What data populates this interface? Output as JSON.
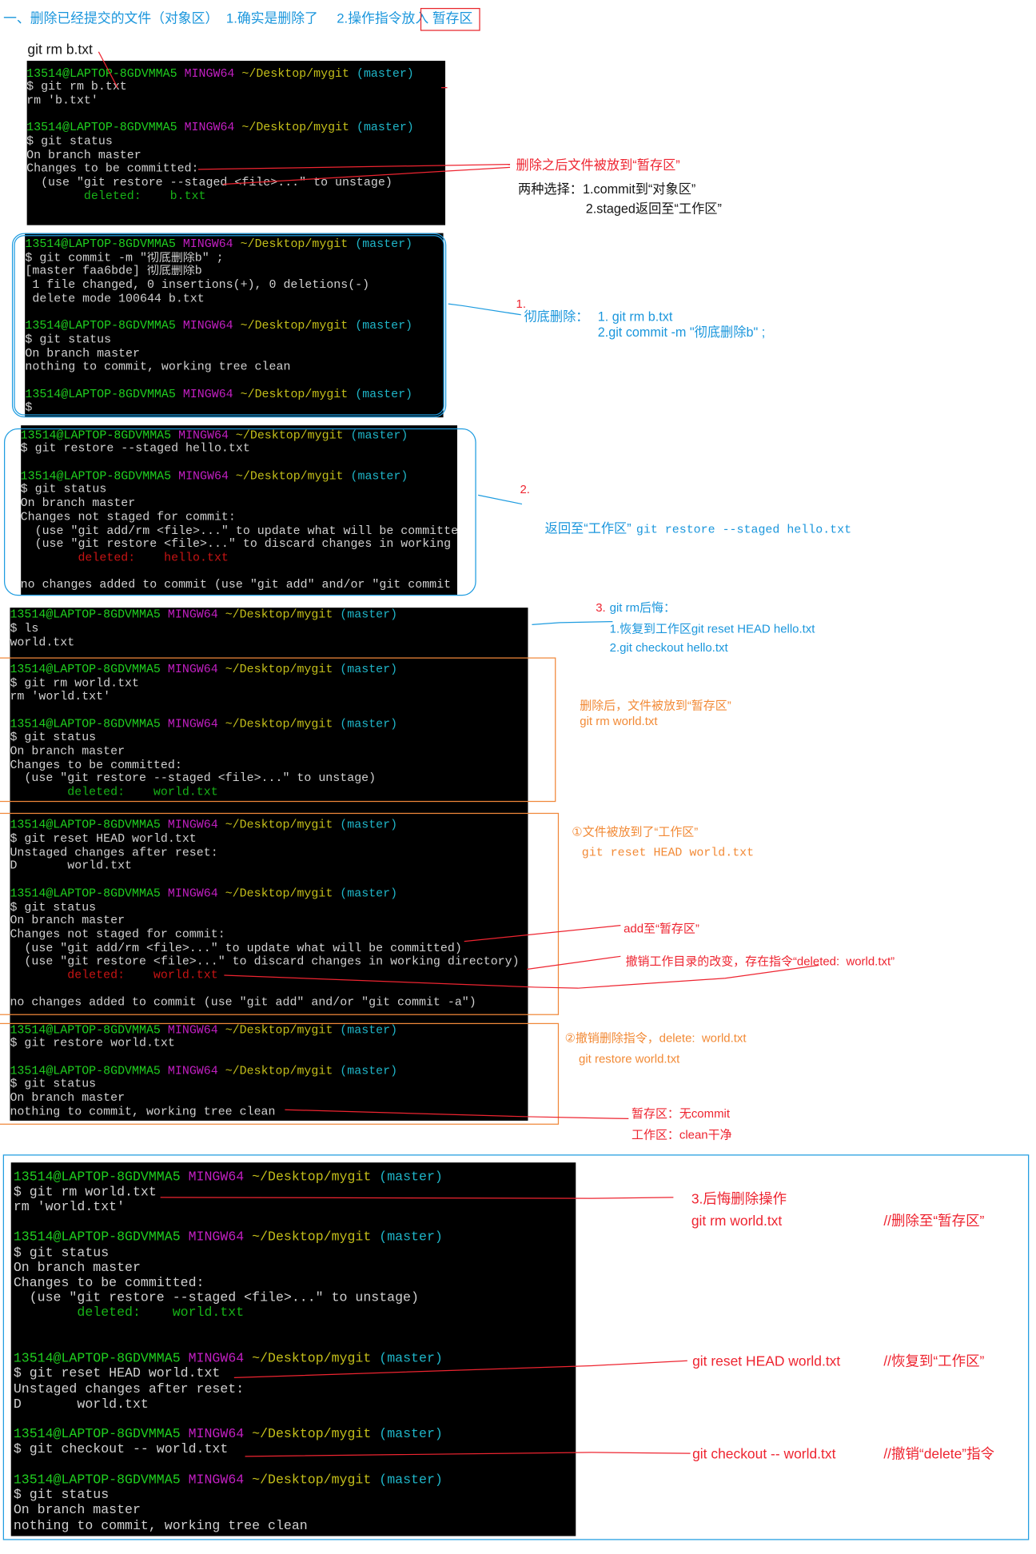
{
  "document": {
    "title": {
      "heading": "一、删除已经提交的文件（对象区）",
      "point_1": "1.确实是删除了",
      "point_2": "2.操作指令放入",
      "highlight": "暂存区"
    },
    "command_label": "git rm b.txt"
  },
  "prompt": {
    "user_host": "13514@LAPTOP-8GDVMMA5",
    "system": "MINGW64",
    "path": "~/Desktop/mygit",
    "branch": "(master)"
  },
  "terminals": [
    {
      "blocks": [
        [
          {
            "type": "prompt"
          },
          {
            "text": "$ git rm b.txt"
          },
          {
            "text": "rm 'b.txt'"
          },
          {
            "text": ""
          },
          {
            "type": "prompt"
          },
          {
            "text": "$ git status"
          },
          {
            "text": "On branch master"
          },
          {
            "text": "Changes to be committed:"
          },
          {
            "text": "  (use \"git restore --staged <file>...\" to unstage)"
          },
          {
            "text": "        deleted:    b.txt",
            "color": "green"
          }
        ]
      ]
    },
    {
      "blocks": [
        [
          {
            "type": "prompt"
          },
          {
            "text": "$ git commit -m \"彻底删除b\" ;"
          },
          {
            "text": "[master faa6bde] 彻底删除b"
          },
          {
            "text": " 1 file changed, 0 insertions(+), 0 deletions(-)"
          },
          {
            "text": " delete mode 100644 b.txt"
          },
          {
            "text": ""
          },
          {
            "type": "prompt"
          },
          {
            "text": "$ git status"
          },
          {
            "text": "On branch master"
          },
          {
            "text": "nothing to commit, working tree clean"
          },
          {
            "text": ""
          },
          {
            "type": "prompt"
          },
          {
            "text": "$"
          }
        ]
      ]
    },
    {
      "blocks": [
        [
          {
            "type": "prompt"
          },
          {
            "text": "$ git restore --staged hello.txt"
          },
          {
            "text": ""
          },
          {
            "type": "prompt"
          },
          {
            "text": "$ git status"
          },
          {
            "text": "On branch master"
          },
          {
            "text": "Changes not staged for commit:"
          },
          {
            "text": "  (use \"git add/rm <file>...\" to update what will be committe"
          },
          {
            "text": "  (use \"git restore <file>...\" to discard changes in working"
          },
          {
            "text": "        deleted:    hello.txt",
            "color": "red"
          },
          {
            "text": ""
          },
          {
            "text": "no changes added to commit (use \"git add\" and/or \"git commit"
          }
        ]
      ]
    },
    {
      "blocks": [
        [
          {
            "type": "prompt"
          },
          {
            "text": "$ ls"
          },
          {
            "text": "world.txt"
          },
          {
            "text": ""
          },
          {
            "type": "prompt"
          },
          {
            "text": "$ git rm world.txt"
          },
          {
            "text": "rm 'world.txt'"
          },
          {
            "text": ""
          },
          {
            "type": "prompt"
          },
          {
            "text": "$ git status"
          },
          {
            "text": "On branch master"
          },
          {
            "text": "Changes to be committed:"
          },
          {
            "text": "  (use \"git restore --staged <file>...\" to unstage)"
          },
          {
            "text": "        deleted:    world.txt",
            "color": "green"
          }
        ],
        [
          {
            "type": "prompt"
          },
          {
            "text": "$ git reset HEAD world.txt"
          },
          {
            "text": "Unstaged changes after reset:"
          },
          {
            "text": "D       world.txt"
          },
          {
            "text": ""
          },
          {
            "type": "prompt"
          },
          {
            "text": "$ git status"
          },
          {
            "text": "On branch master"
          },
          {
            "text": "Changes not staged for commit:"
          },
          {
            "text": "  (use \"git add/rm <file>...\" to update what will be committed)"
          },
          {
            "text": "  (use \"git restore <file>...\" to discard changes in working directory)"
          },
          {
            "text": "        deleted:    world.txt",
            "color": "red"
          },
          {
            "text": ""
          },
          {
            "text": "no changes added to commit (use \"git add\" and/or \"git commit -a\")"
          },
          {
            "text": ""
          },
          {
            "type": "prompt"
          },
          {
            "text": "$ git restore world.txt"
          },
          {
            "text": ""
          },
          {
            "type": "prompt"
          },
          {
            "text": "$ git status"
          },
          {
            "text": "On branch master"
          },
          {
            "text": "nothing to commit, working tree clean"
          }
        ]
      ]
    },
    {
      "blocks": [
        [
          {
            "type": "prompt"
          },
          {
            "text": "$ git rm world.txt"
          },
          {
            "text": "rm 'world.txt'"
          },
          {
            "text": ""
          },
          {
            "type": "prompt"
          },
          {
            "text": "$ git status"
          },
          {
            "text": "On branch master"
          },
          {
            "text": "Changes to be committed:"
          },
          {
            "text": "  (use \"git restore --staged <file>...\" to unstage)"
          },
          {
            "text": "        deleted:    world.txt",
            "color": "green"
          },
          {
            "text": ""
          },
          {
            "text": ""
          },
          {
            "type": "prompt"
          },
          {
            "text": "$ git reset HEAD world.txt"
          },
          {
            "text": "Unstaged changes after reset:"
          },
          {
            "text": "D       world.txt"
          },
          {
            "text": ""
          },
          {
            "type": "prompt"
          },
          {
            "text": "$ git checkout -- world.txt"
          },
          {
            "text": ""
          },
          {
            "type": "prompt"
          },
          {
            "text": "$ git status"
          },
          {
            "text": "On branch master"
          },
          {
            "text": "nothing to commit, working tree clean"
          }
        ]
      ]
    }
  ],
  "annotations": {
    "staging": {
      "note": "删除之后文件被放到“暂存区”",
      "choices": "两种选择：1.commit到“对象区”",
      "choice_2": "2.staged返回至“工作区”"
    },
    "section_1": {
      "number": "1.",
      "label": "彻底删除：",
      "step_1": "1. git rm b.txt",
      "step_2": "2.git commit -m \"彻底删除b\" ;"
    },
    "section_2": {
      "number": "2.",
      "label": "返回至“工作区”",
      "command": "git restore --staged hello.txt"
    },
    "section_3": {
      "number": "3.",
      "title": "git rm后悔：",
      "step_1": "1.恢复到工作区git reset HEAD hello.txt",
      "step_2": "2.git checkout hello.txt"
    },
    "box_1": {
      "note": "删除后，文件被放到“暂存区”",
      "command": "git rm world.txt"
    },
    "box_2": {
      "note": "①文件被放到了“工作区”",
      "command": "git reset HEAD world.txt",
      "add_note": "add至“暂存区”",
      "discard_note": "撤销工作目录的改变，存在指令“deleted:  world.txt”"
    },
    "box_3": {
      "note": "②撤销删除指令，delete:  world.txt",
      "command": "git restore world.txt",
      "staging_state": "暂存区：无commit",
      "worktree_state": "工作区：clean干净"
    }
  },
  "summary": {
    "title": "3.后悔删除操作",
    "steps": [
      {
        "command": "git rm world.txt",
        "comment": "//删除至“暂存区”"
      },
      {
        "command": "git reset HEAD world.txt",
        "comment": "//恢复到“工作区”"
      },
      {
        "command": "git checkout -- world.txt",
        "comment": "//撤销“delete”指令"
      }
    ]
  },
  "colors": {
    "accent_blue": "#1a96dc",
    "annotation_red": "#ee2430",
    "annotation_orange": "#f28a36",
    "box_red": "#e8262b",
    "box_orange": "#f0883a",
    "outline_blue": "#1e9ce0",
    "term_bg": "#000000",
    "term_fg": "#d0d0d0",
    "term_green": "#1fcf1f",
    "term_green_deleted": "#17b217",
    "term_magenta": "#c21fc2",
    "term_yellow": "#c4bf1a",
    "term_cyan": "#1fb5c8",
    "term_red": "#c81414"
  }
}
